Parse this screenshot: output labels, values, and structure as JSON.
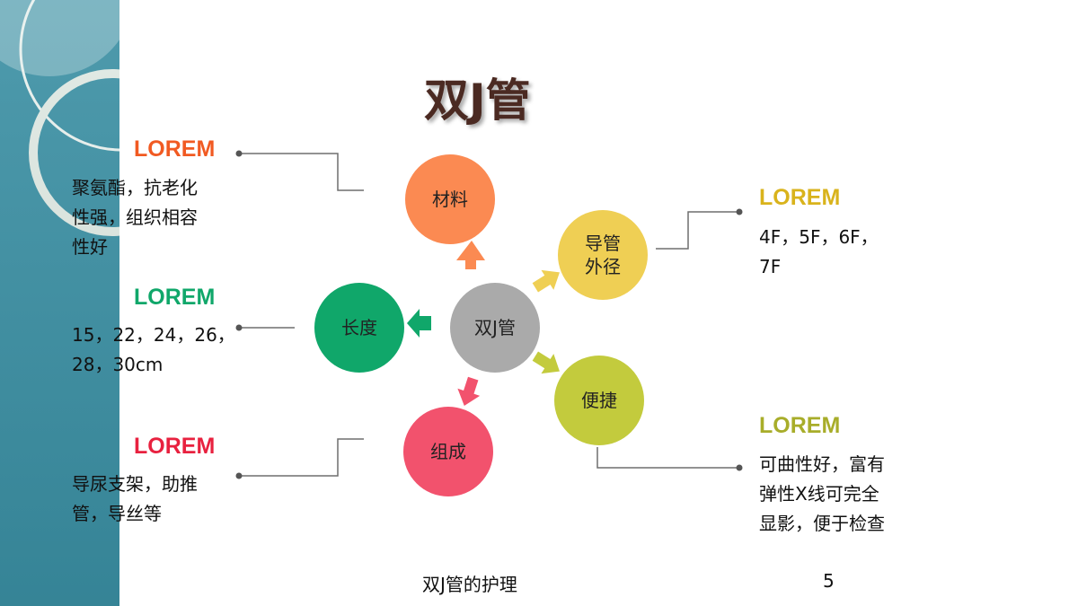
{
  "slide": {
    "title": "双J管",
    "footer_text": "双J管的护理",
    "page_number": "5"
  },
  "colors": {
    "sidebar": "#3a8fa3",
    "title": "#4b2a22",
    "center": "#aaaaaa",
    "material": "#fb8a52",
    "diameter": "#efcf54",
    "length": "#10a76a",
    "convenience": "#c3cb3d",
    "composition": "#f2526d"
  },
  "center": {
    "label": "双J管"
  },
  "nodes": {
    "material": {
      "label": "材料"
    },
    "diameter": {
      "line1": "导管",
      "line2": "外径"
    },
    "length": {
      "label": "长度"
    },
    "convenience": {
      "label": "便捷"
    },
    "composition": {
      "label": "组成"
    }
  },
  "callouts": {
    "material": {
      "heading": "LOREM",
      "heading_color": "#f15a22",
      "lines": [
        "聚氨酯，抗老化",
        "性强，组织相容",
        "性好"
      ]
    },
    "length": {
      "heading": "LOREM",
      "heading_color": "#10a76a",
      "lines": [
        "15，22，24，26，",
        "28，30cm"
      ]
    },
    "composition": {
      "heading": "LOREM",
      "heading_color": "#e8213f",
      "lines": [
        "导尿支架，助推",
        "管，导丝等"
      ]
    },
    "diameter": {
      "heading": "LOREM",
      "heading_color": "#d9b31c",
      "lines": [
        "4F，5F，6F，",
        "7F"
      ]
    },
    "convenience": {
      "heading": "LOREM",
      "heading_color": "#a8ad2a",
      "lines": [
        "可曲性好，富有",
        "弹性X线可完全",
        "显影，便于检查"
      ]
    }
  }
}
